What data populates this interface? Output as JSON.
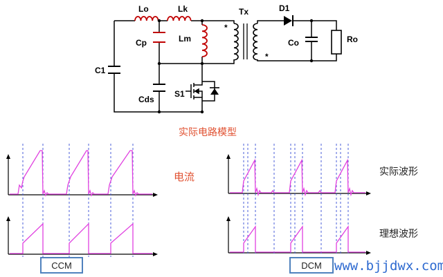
{
  "circuit": {
    "labels": {
      "Lo": "Lo",
      "Lk": "Lk",
      "Tx": "Tx",
      "D1": "D1",
      "Cp": "Cp",
      "Lm": "Lm",
      "Co": "Co",
      "Ro": "Ro",
      "C1": "C1",
      "Cds": "Cds",
      "S1": "S1",
      "dot1": "*",
      "dot2": "*"
    },
    "caption": "实际电路模型"
  },
  "waveforms": {
    "current_label": "电流",
    "actual_label": "实际波形",
    "ideal_label": "理想波形",
    "ccm_label": "CCM",
    "dcm_label": "DCM"
  },
  "watermark": "www.bjjdwx.com",
  "colors": {
    "component_red": "#c00000",
    "waveform": "#e040e0",
    "guide_dashed": "#4a5ed8",
    "caption_red": "#e05030",
    "box_border": "#4f81bd",
    "watermark_blue": "#2e6ad0"
  }
}
